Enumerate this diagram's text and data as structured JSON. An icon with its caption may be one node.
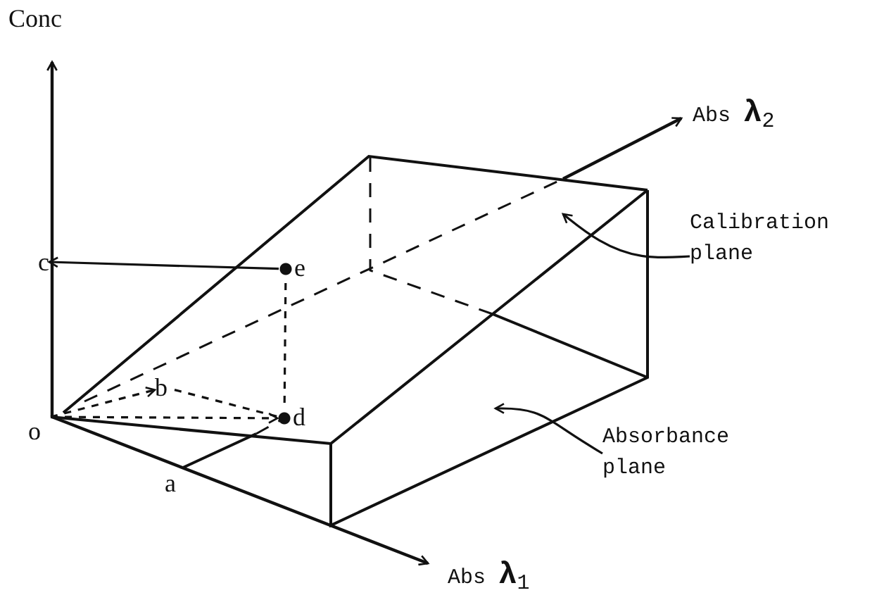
{
  "diagram": {
    "nodes": [
      {
        "text": [
          "c"
        ]
      },
      {
        "text": [
          "e"
        ]
      },
      {
        "text": [
          "b"
        ]
      },
      {
        "text": [
          "d"
        ]
      },
      {
        "text": [
          "o"
        ]
      },
      {
        "text": [
          "Calibration plane"
        ]
      },
      {
        "text": [
          "Absorbance plane"
        ]
      }
    ],
    "edges": [
      {
        "from": 1,
        "to": 0,
        "arrow": "to"
      },
      {
        "from": 4,
        "to": 3,
        "arrow": "to",
        "style": "dashed"
      },
      {
        "from": 4,
        "to": 2,
        "arrow": "to",
        "style": "dashed"
      },
      {
        "from": 2,
        "to": 3,
        "arrow": "none",
        "style": "dashed"
      },
      {
        "from": 1,
        "to": 3,
        "arrow": "none",
        "style": "dashed"
      },
      {
        "from": 5,
        "to": null,
        "arrow": "to"
      },
      {
        "from": 6,
        "to": null,
        "arrow": "to"
      }
    ],
    "labels": [
      "Conc",
      "Abs **λ**$_{2}$",
      "Abs **λ**$_{1}$",
      "a"
    ]
  }
}
